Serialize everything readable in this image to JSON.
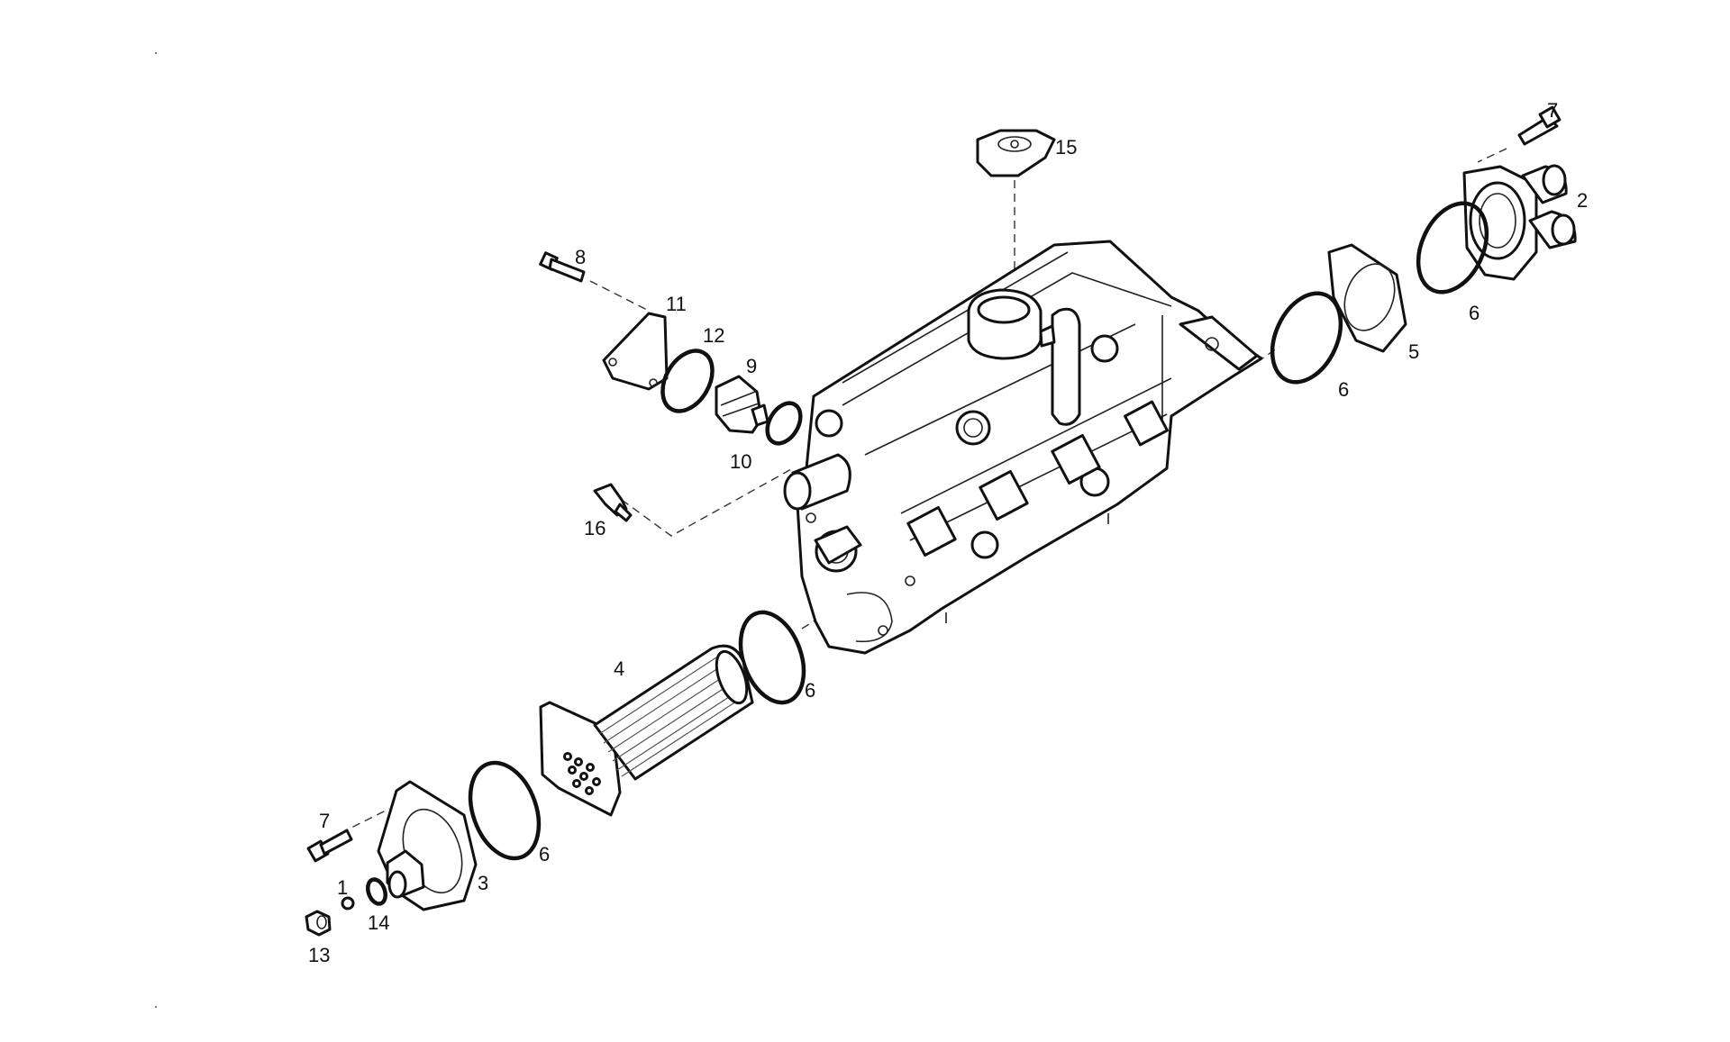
{
  "callouts": [
    {
      "id": "part-1",
      "label": "1"
    },
    {
      "id": "part-2",
      "label": "2"
    },
    {
      "id": "part-3",
      "label": "3"
    },
    {
      "id": "part-4",
      "label": "4"
    },
    {
      "id": "part-5",
      "label": "5"
    },
    {
      "id": "part-6a",
      "label": "6"
    },
    {
      "id": "part-6b",
      "label": "6"
    },
    {
      "id": "part-6c",
      "label": "6"
    },
    {
      "id": "part-6d",
      "label": "6"
    },
    {
      "id": "part-7a",
      "label": "7"
    },
    {
      "id": "part-7b",
      "label": "7"
    },
    {
      "id": "part-8",
      "label": "8"
    },
    {
      "id": "part-9",
      "label": "9"
    },
    {
      "id": "part-10",
      "label": "10"
    },
    {
      "id": "part-11",
      "label": "11"
    },
    {
      "id": "part-12",
      "label": "12"
    },
    {
      "id": "part-13",
      "label": "13"
    },
    {
      "id": "part-14",
      "label": "14"
    },
    {
      "id": "part-15",
      "label": "15"
    },
    {
      "id": "part-16",
      "label": "16"
    }
  ]
}
